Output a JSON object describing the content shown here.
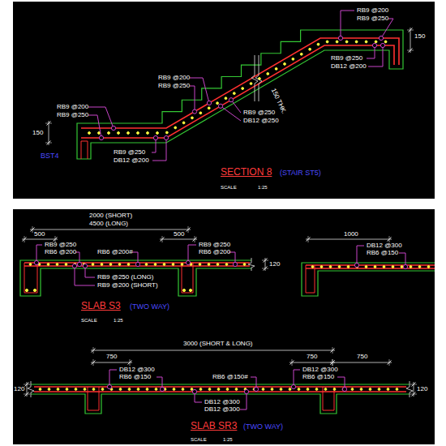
{
  "diagram": {
    "labels": [
      "RB9 @200",
      "RB9 @250",
      "150",
      "RB9 @250",
      "DB12 @200",
      "RB9 @200",
      "RB9 @250",
      "150 THK.",
      "RB9 @250",
      "DB12 @250",
      "RB9 @200",
      "RB9 @250",
      "150",
      "RB9 @250",
      "DB12 @200",
      "BST4",
      "SECTION 8",
      "(STAIR ST5)",
      "SCALE",
      "1:25",
      "2000 (SHORT)",
      "4500 (LONG)",
      "500",
      "500",
      "1000",
      "RB9 @250",
      "RB6 @200",
      "RB6 @200#",
      "RB9 @250",
      "RB6 @200",
      "DB12 @300",
      "RB6 @150",
      "120",
      "RB9 @250 (LONG)",
      "RB9 @200 (SHORT)",
      "SLAB S3",
      "(TWO WAY)",
      "SCALE",
      "1:25",
      "3000 (SHORT & LONG)",
      "750",
      "750",
      "750",
      "DB12 @300",
      "RB6 @150",
      "RB6 @150#",
      "DB12 @300",
      "RB6 @150",
      "120",
      "120",
      "DB12 @300",
      "DB12 @300",
      "SLAB SR3",
      "(TWO WAY)",
      "SCALE",
      "1:25"
    ]
  }
}
